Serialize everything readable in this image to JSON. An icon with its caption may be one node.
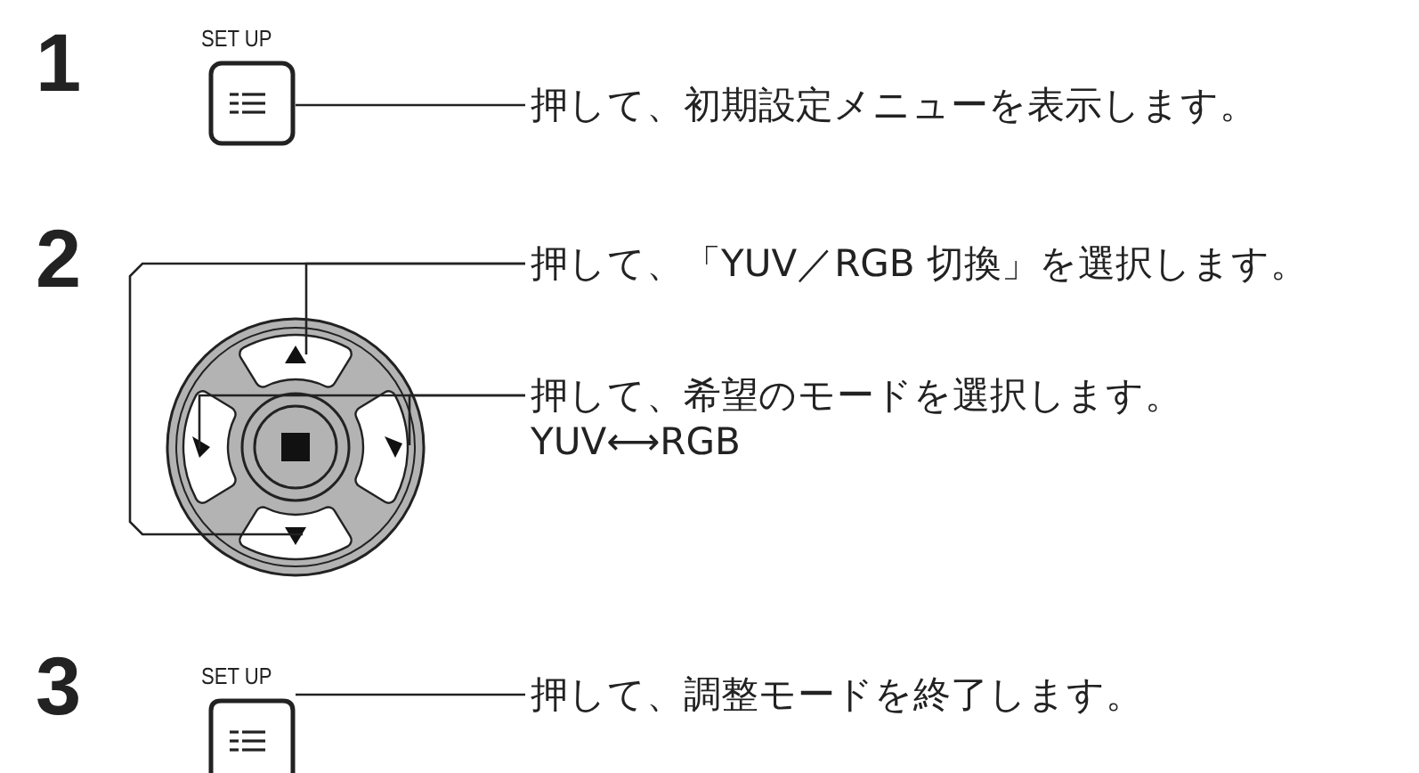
{
  "diagram": {
    "nodes": [
      {
        "text": [
          "SET UP"
        ]
      },
      {
        "text": [
          "押して、初期設定メニューを表示します。"
        ]
      },
      {
        "text": [],
        "shape": "picture"
      },
      {
        "text": [
          "押して、「YUV／RGB 切換」を選択します。"
        ]
      },
      {
        "text": [
          "押して、希望のモードを選択します。",
          "YUV⟷RGB"
        ]
      },
      {
        "text": [
          "SET UP"
        ]
      },
      {
        "text": [
          "押して、調整モードを終了します。"
        ]
      }
    ],
    "edges": [
      {
        "from": 1,
        "to": 0,
        "arrow": "none"
      },
      {
        "from": 3,
        "to": 2,
        "arrow": "none"
      },
      {
        "from": 3,
        "to": 2,
        "arrow": "none"
      },
      {
        "from": 4,
        "to": 2,
        "arrow": "none"
      },
      {
        "from": 4,
        "to": 2,
        "arrow": "none"
      },
      {
        "from": 6,
        "to": 5,
        "arrow": "none"
      }
    ],
    "labels": [
      "1",
      "2",
      "3"
    ]
  }
}
